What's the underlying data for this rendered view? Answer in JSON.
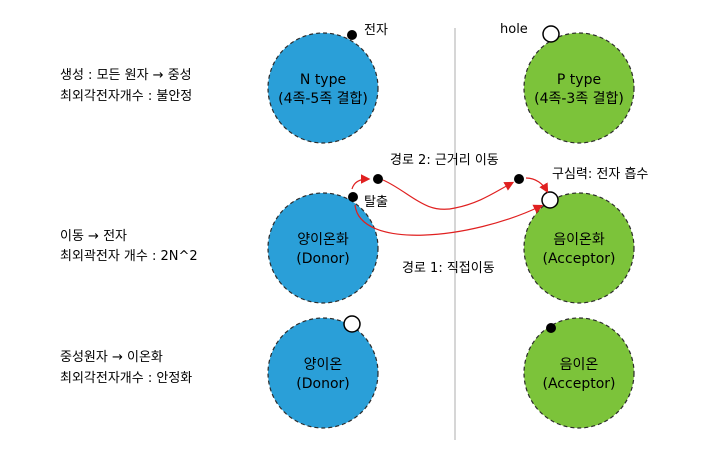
{
  "colors": {
    "n_fill": "#2a9fd8",
    "p_fill": "#7cc33a",
    "outline": "#2b2b2b",
    "arrow": "#e02020",
    "divider": "#c8c8c8"
  },
  "left_notes": {
    "row1": {
      "line1": "생성 : 모든 원자 → 중성",
      "line2": "최외각전자개수 : 불안정"
    },
    "row2": {
      "line1": "이동 → 전자",
      "line2": "최외곽전자 개수 : 2N^2"
    },
    "row3": {
      "line1": "중성원자 → 이온화",
      "line2": "최외각전자개수 : 안정화"
    }
  },
  "circles": {
    "n_type": {
      "line1": "N type",
      "line2": "(4족-5족 결합)"
    },
    "p_type": {
      "line1": "P type",
      "line2": "(4족-3족 결합)"
    },
    "n_ion_mid": {
      "line1": "양이온화",
      "line2": "(Donor)"
    },
    "p_ion_mid": {
      "line1": "음이온화",
      "line2": "(Acceptor)"
    },
    "n_ion_bot": {
      "line1": "양이온",
      "line2": "(Donor)"
    },
    "p_ion_bot": {
      "line1": "음이온",
      "line2": "(Acceptor)"
    }
  },
  "labels": {
    "electron": "전자",
    "hole": "hole",
    "escape": "탈출",
    "path2": "경로 2: 근거리 이동",
    "attraction": "구심력: 전자 흡수",
    "path1": "경로 1: 직접이동"
  }
}
